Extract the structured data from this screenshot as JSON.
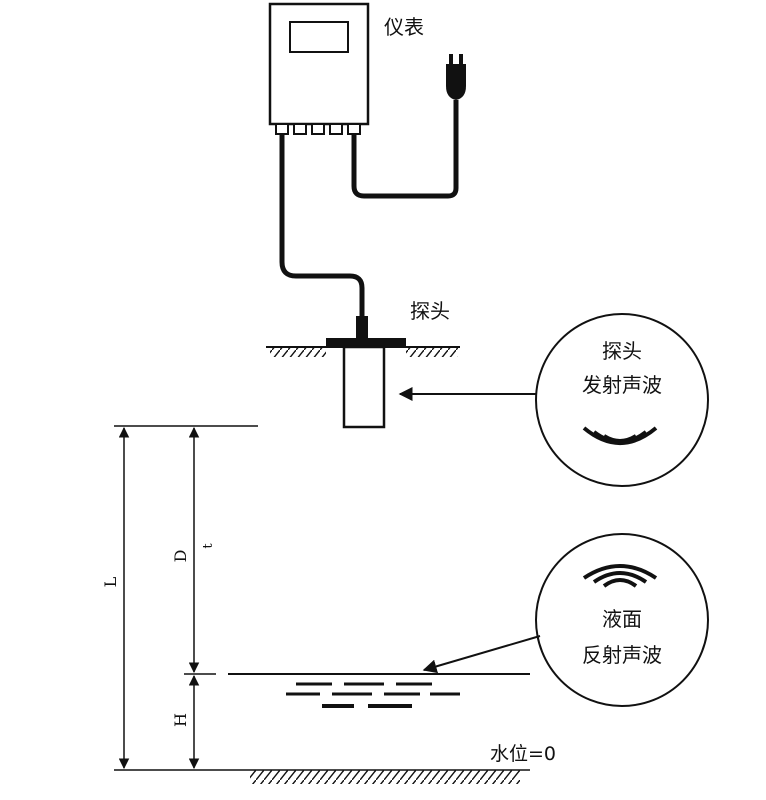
{
  "labels": {
    "meter": "仪表",
    "probe": "探头",
    "callout_emit_line1": "探头",
    "callout_emit_line2": "发射声波",
    "callout_reflect_line1": "液面",
    "callout_reflect_line2": "反射声波",
    "water_level": "水位=0"
  },
  "dimensions": {
    "L": "L",
    "D": "D",
    "t": "t",
    "H": "H"
  },
  "colors": {
    "ink": "#111111",
    "background": "#ffffff"
  },
  "icons": {
    "meter": "meter-box-icon",
    "plug": "power-plug-icon",
    "probe": "ultrasonic-probe-icon",
    "emit_waves": "sound-wave-emit-icon",
    "reflect_waves": "sound-wave-reflect-icon"
  }
}
